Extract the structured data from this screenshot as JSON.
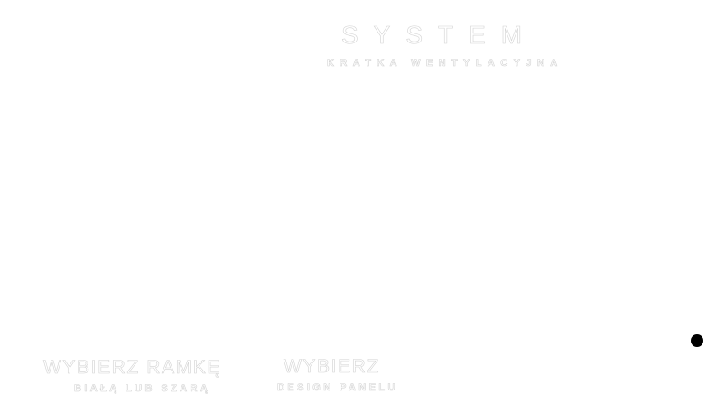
{
  "header": {
    "title": "SYSTEM",
    "subtitle": "KRATKA WENTYLACYJNA"
  },
  "options": [
    {
      "title": "WYBIERZ RAMKĘ",
      "subtitle": "BIAŁĄ LUB SZARĄ"
    },
    {
      "title": "WYBIERZ",
      "subtitle": "DESIGN PANELU"
    }
  ],
  "nav_dot": {
    "icon": "dot-indicator-icon",
    "color": "#000000"
  },
  "colors": {
    "background": "#ffffff",
    "text_fill": "#ffffff",
    "text_outline": "#d4d4d4"
  }
}
